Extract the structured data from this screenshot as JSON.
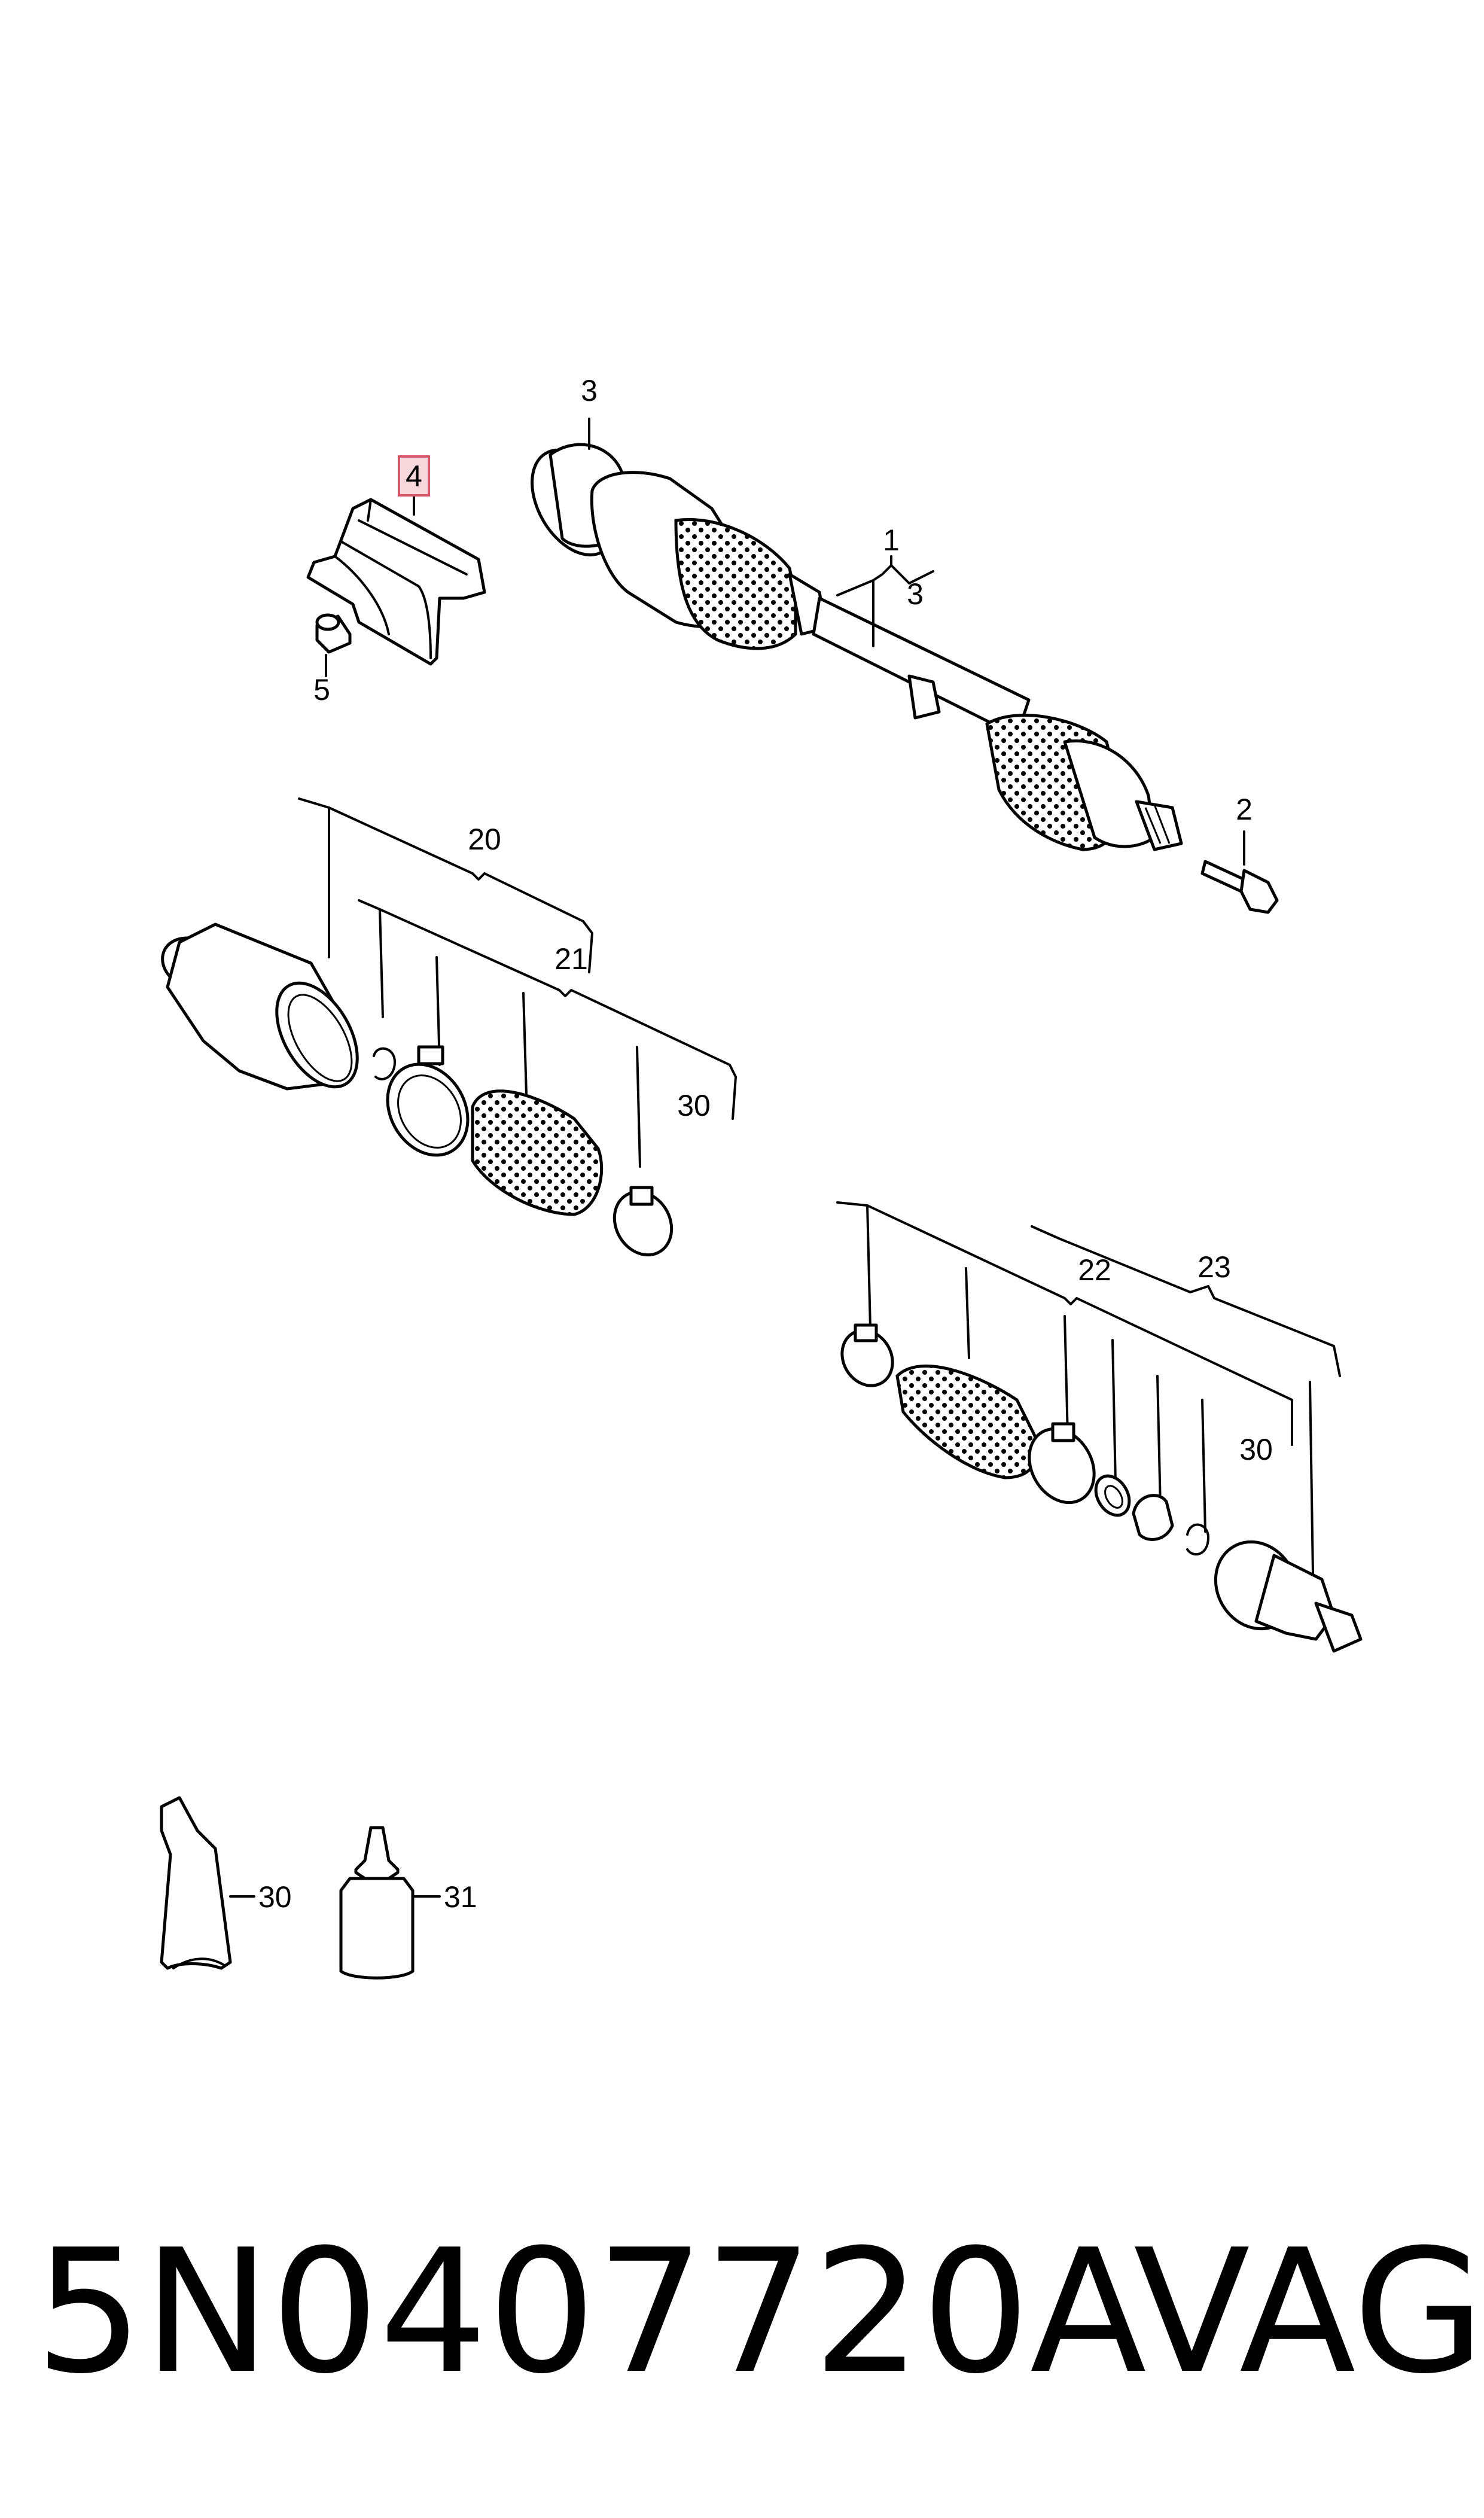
{
  "diagram": {
    "labels": {
      "p1": "1",
      "p2": "2",
      "p3a": "3",
      "p3b": "3",
      "p4": "4",
      "p5": "5",
      "p20": "20",
      "p21": "21",
      "p22": "22",
      "p23": "23",
      "p30a": "30",
      "p30b": "30",
      "p30c": "30",
      "p31": "31"
    },
    "highlighted_part": "4",
    "highlight_color": "#d4576a"
  },
  "footer": {
    "part_number": "5N0407720A",
    "brand": "VAG"
  }
}
